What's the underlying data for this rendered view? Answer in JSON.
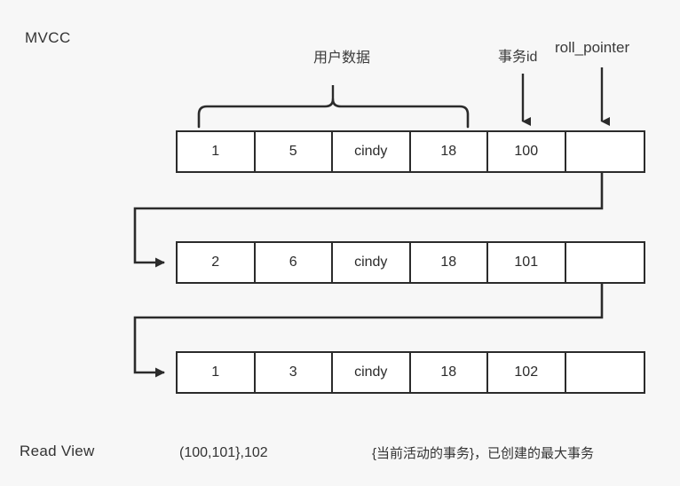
{
  "page": {
    "title": "MVCC",
    "background_color": "#f7f7f7",
    "line_color": "#2b2b2b",
    "cell_background": "#ffffff",
    "text_color": "#2b2b2b"
  },
  "labels": {
    "mvcc": "MVCC",
    "read_view": "Read View",
    "user_data": "用户数据",
    "trx_id": "事务id",
    "roll_pointer": "roll_pointer"
  },
  "annotations": {
    "user_data_brace": {
      "name": "user-data-brace",
      "spans_columns": [
        0,
        1,
        2,
        3
      ]
    },
    "trx_id_arrow": {
      "name": "trx-id-arrow",
      "points_to_column": 4
    },
    "roll_pointer_arrow": {
      "name": "roll-pointer-arrow",
      "points_to_column": 5
    }
  },
  "version_chain": {
    "columns": 6,
    "rows": [
      {
        "name": "version-row-0",
        "cells": [
          "1",
          "5",
          "cindy",
          "18",
          "100",
          ""
        ]
      },
      {
        "name": "version-row-1",
        "cells": [
          "2",
          "6",
          "cindy",
          "18",
          "101",
          ""
        ]
      },
      {
        "name": "version-row-2",
        "cells": [
          "1",
          "3",
          "cindy",
          "18",
          "102",
          ""
        ]
      }
    ],
    "links": [
      {
        "name": "roll-pointer-link-0",
        "from_row": 0,
        "to_row": 1
      },
      {
        "name": "roll-pointer-link-1",
        "from_row": 1,
        "to_row": 2
      }
    ]
  },
  "read_view": {
    "value": "(100,101},102",
    "note": "{当前活动的事务}，已创建的最大事务"
  }
}
